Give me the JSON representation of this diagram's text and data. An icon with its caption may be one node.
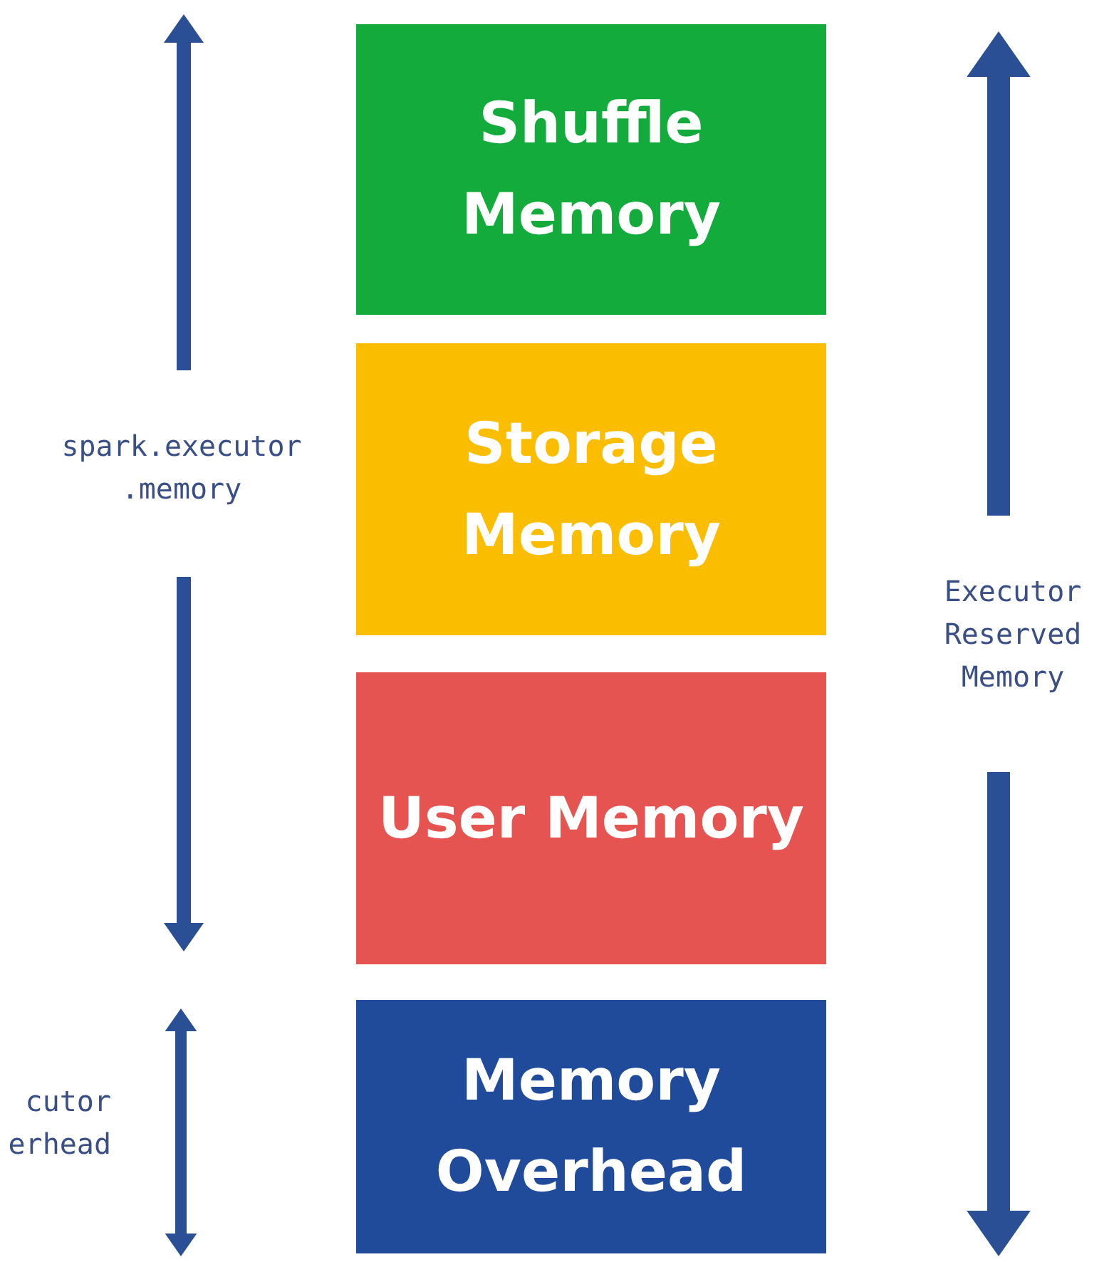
{
  "diagram": {
    "nodes": [
      {
        "text": [
          "Shuffle Memory"
        ]
      },
      {
        "text": [
          "Storage Memory"
        ]
      },
      {
        "text": [
          "User Memory"
        ]
      },
      {
        "text": [
          "Memory Overhead"
        ]
      }
    ],
    "labels": [
      "spark.executor .memory",
      "Executor Reserved Memory",
      "cutor erhead"
    ]
  }
}
